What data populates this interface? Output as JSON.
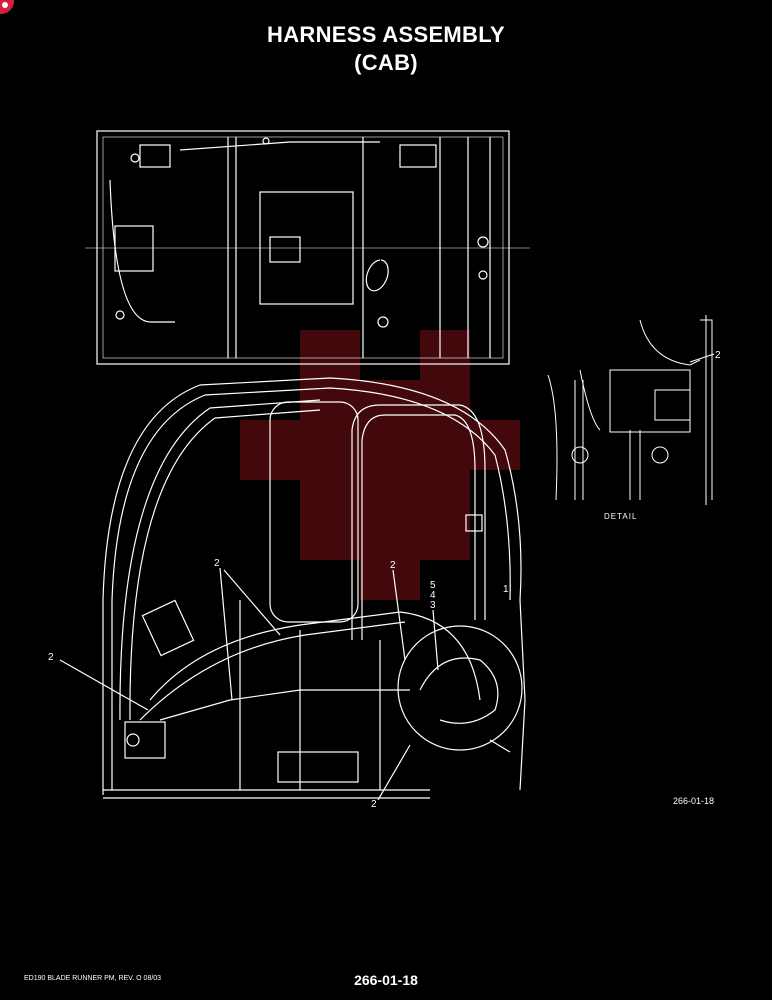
{
  "header": {
    "title_line1": "HARNESS ASSEMBLY",
    "title_line2": "(CAB)"
  },
  "diagram": {
    "detail_label": "DETAIL",
    "figure_number": "266-01-18",
    "callouts": {
      "c1": "2",
      "c2": "2",
      "c3": "2",
      "c4": "2",
      "c5": "2",
      "c6": "5",
      "c7": "4",
      "c8": "3",
      "c9": "1"
    },
    "line_color": "#ffffff",
    "watermark_color": "#7a0f14"
  },
  "footer": {
    "left_text": "ED190 BLADE RUNNER PM, REV. O 08/03",
    "page_number": "266-01-18"
  }
}
